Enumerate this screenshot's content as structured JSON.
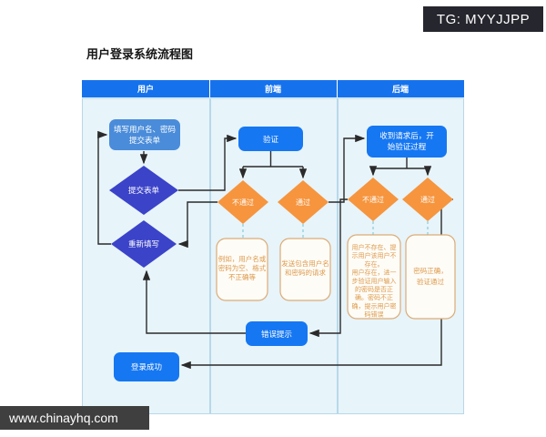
{
  "badge": {
    "text": "TG: MYYJJPP"
  },
  "watermark": {
    "text": "www.chinayhq.com"
  },
  "title": "用户登录系统流程图",
  "lanes": {
    "user": "用户",
    "frontend": "前端",
    "backend": "后端"
  },
  "nodes": {
    "fill_form": {
      "lines": [
        "填写用户名、密码",
        "提交表单"
      ]
    },
    "submit": {
      "label": "提交表单"
    },
    "refill": {
      "label": "重新填写"
    },
    "login_success": {
      "label": "登录成功"
    },
    "verify": {
      "label": "验证"
    },
    "front_fail": {
      "label": "不通过"
    },
    "front_pass": {
      "label": "通过"
    },
    "front_fail_note": {
      "lines": [
        "例如，用户名或",
        "密码为空、格式",
        "不正确等"
      ]
    },
    "front_pass_note": {
      "lines": [
        "发送包含用户名",
        "和密码的请求"
      ]
    },
    "error_tip": {
      "label": "错误提示"
    },
    "receive": {
      "lines": [
        "收到请求后，开",
        "始验证过程"
      ]
    },
    "back_fail": {
      "label": "不通过"
    },
    "back_pass": {
      "label": "通过"
    },
    "back_fail_note": {
      "lines": [
        "用户不存在、提",
        "示用户该用户不",
        "存在。",
        "用户存在，进一",
        "步验证用户输入",
        "的密码是否正",
        "确。密码不正",
        "确，提示用户密",
        "码错误"
      ]
    },
    "back_pass_note": {
      "lines": [
        "密码正确，",
        "验证通过"
      ]
    }
  },
  "colors": {
    "header_blue": "#1672ec",
    "lane_fill": "#e7f4fa",
    "lane_border": "#b7d9e9",
    "node_blue": "#1677f2",
    "fill_form_blue": "#4a8cda",
    "diamond_indigo": "#3b43c9",
    "diamond_orange": "#f6953e",
    "note_fill": "#fefcf7",
    "note_border": "#dcab76",
    "note_text": "#dd9a4b",
    "arrow": "#2a2a2a",
    "dashed_connector": "#93d2dc"
  }
}
